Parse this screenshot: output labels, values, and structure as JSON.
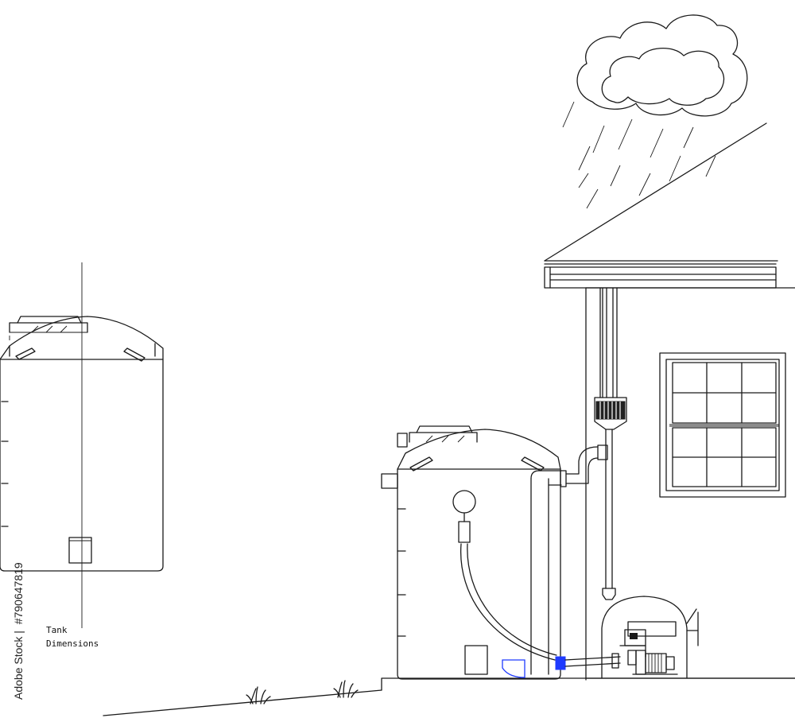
{
  "labels": {
    "tank_dimensions_line1": "Tank",
    "tank_dimensions_line2": "Dimensions"
  },
  "stock_id": "#790647819",
  "stock_prefix": "Adobe Stock |",
  "colors": {
    "line": "#1a1a1a",
    "valve_blue": "#1f3bff",
    "background": "#ffffff"
  }
}
